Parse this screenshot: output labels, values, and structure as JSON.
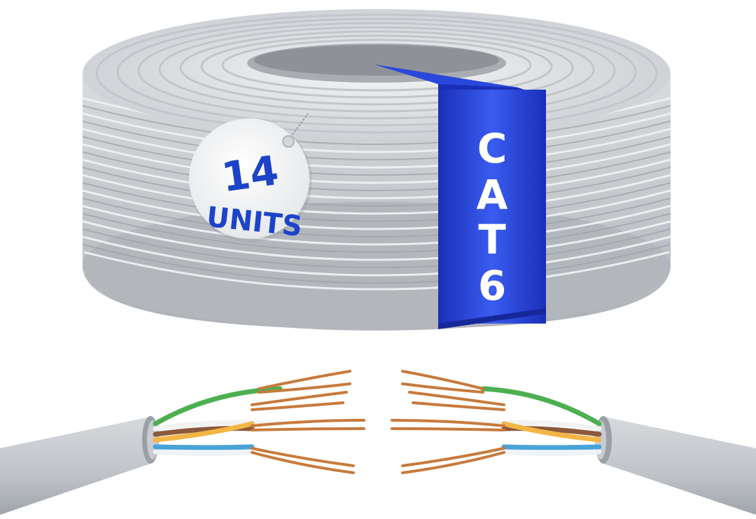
{
  "tag": {
    "count": "14",
    "unit_label": "UNITS"
  },
  "band": {
    "letters": [
      "C",
      "A",
      "T",
      "6"
    ]
  },
  "colors": {
    "brand_blue": "#1f3fd6",
    "band_blue_light": "#3a5cf0",
    "band_blue_dark": "#1a2fb8",
    "tag_text": "#1c43c8",
    "cable_gray": "#c9ccd0",
    "cable_shadow": "#a3a7ad",
    "copper": "#c77a3c"
  }
}
